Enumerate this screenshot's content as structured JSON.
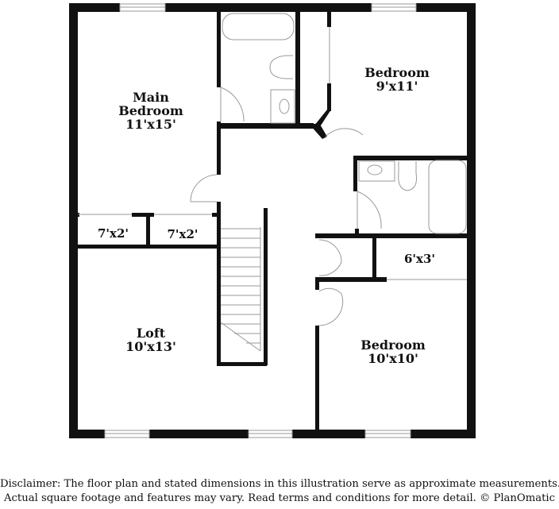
{
  "floor_plan": {
    "rooms": [
      {
        "id": "main-bedroom",
        "name": "Main Bedroom",
        "name_lines": [
          "Main",
          "Bedroom"
        ],
        "dimensions": "11'x15'"
      },
      {
        "id": "bedroom-1",
        "name": "Bedroom",
        "dimensions": "9'x11'"
      },
      {
        "id": "loft",
        "name": "Loft",
        "dimensions": "10'x13'"
      },
      {
        "id": "bedroom-2",
        "name": "Bedroom",
        "dimensions": "10'x10'"
      }
    ],
    "closets": [
      {
        "id": "closet-1",
        "dimensions": "7'x2'"
      },
      {
        "id": "closet-2",
        "dimensions": "7'x2'"
      },
      {
        "id": "closet-3",
        "dimensions": "6'x3'"
      }
    ],
    "fixtures": [
      "bathtub-icon",
      "toilet-icon",
      "sink-icon",
      "stairs-icon"
    ],
    "colors": {
      "wall": "#111111",
      "fixture_line": "#999999",
      "background": "#ffffff"
    }
  },
  "disclaimer": {
    "line1": "Disclaimer: The floor plan and stated dimensions in this illustration serve as approximate measurements.",
    "line2": "Actual square footage and features may vary. Read terms and conditions for more detail. © PlanOmatic"
  }
}
